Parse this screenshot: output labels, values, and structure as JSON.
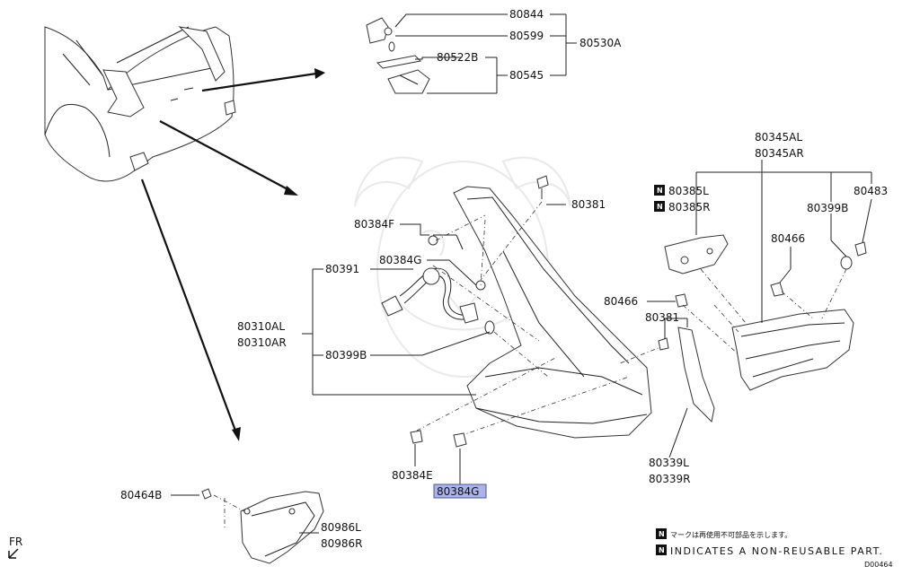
{
  "labels": {
    "p80844": "80844",
    "p80599": "80599",
    "p80530A": "80530A",
    "p80522B": "80522B",
    "p80545": "80545",
    "p80345AL": "80345AL",
    "p80345AR": "80345AR",
    "p80381_top": "80381",
    "p80385L": "80385L",
    "p80385R": "80385R",
    "p80483": "80483",
    "p80399B_right": "80399B",
    "p80384F": "80384F",
    "p80466_top": "80466",
    "p80384G_top": "80384G",
    "p80391": "80391",
    "p80466_mid": "80466",
    "p80381_mid": "80381",
    "p80310AL": "80310AL",
    "p80310AR": "80310AR",
    "p80399B_left": "80399B",
    "p80384E": "80384E",
    "p80384G_highlight": "80384G",
    "p80339L": "80339L",
    "p80339R": "80339R",
    "p80464B": "80464B",
    "p80986L": "80986L",
    "p80986R": "80986R"
  },
  "non_reusable_mark": "N",
  "notes": {
    "jp": "マークは再使用不可部品を示します。",
    "en": "INDICATES A NON-REUSABLE PART."
  },
  "fr_label": "FR",
  "diagram_code": "D00464",
  "colors": {
    "highlight_fill": "#a9b4e8",
    "highlight_border": "#4a56a8"
  }
}
